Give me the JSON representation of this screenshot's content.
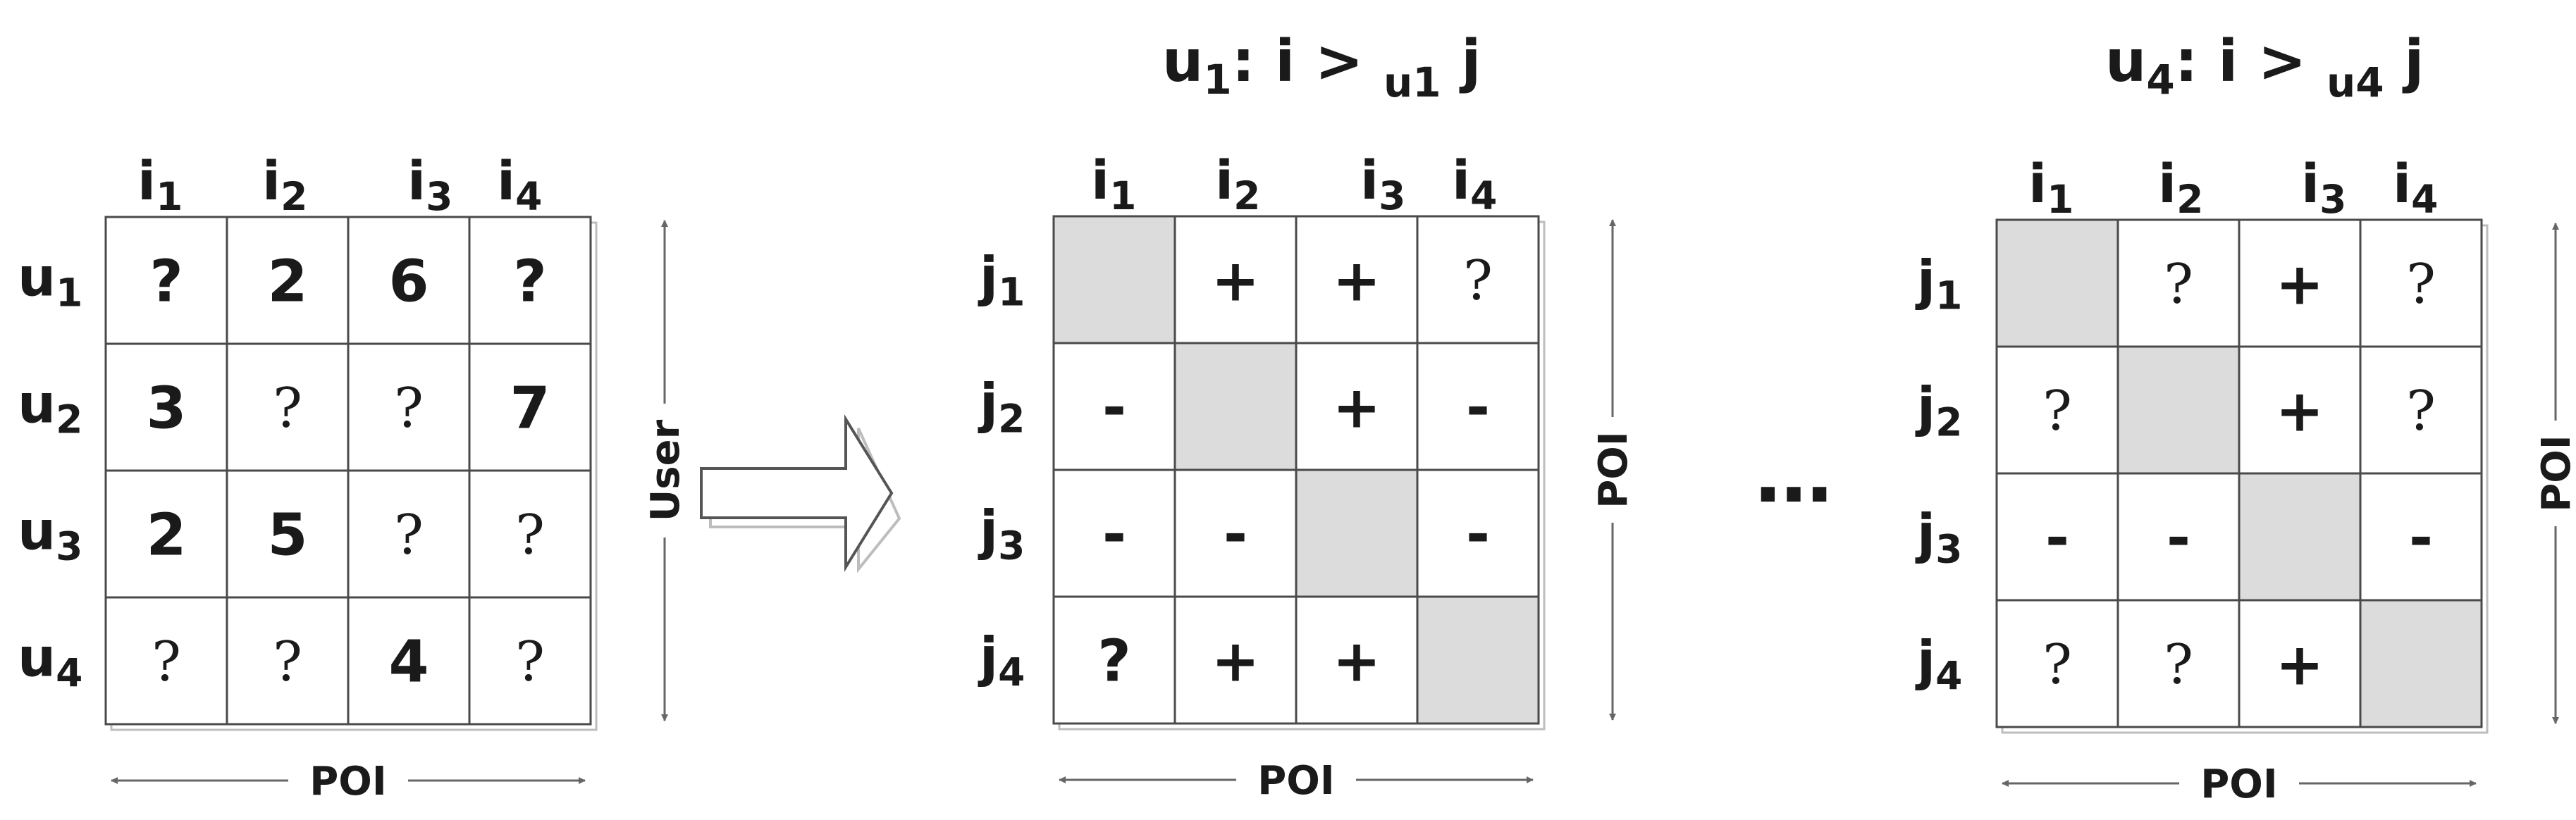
{
  "colors": {
    "grid": "#4a4a4a",
    "shade": "#dcdcdc",
    "arrow": "#666666",
    "shadow": "#bdbdbd"
  },
  "rating_matrix": {
    "col_headers": [
      {
        "b": "i",
        "s": "1"
      },
      {
        "b": "i",
        "s": "2"
      },
      {
        "b": "i",
        "s": "3"
      },
      {
        "b": "i",
        "s": "4"
      }
    ],
    "row_headers": [
      {
        "b": "u",
        "s": "1"
      },
      {
        "b": "u",
        "s": "2"
      },
      {
        "b": "u",
        "s": "3"
      },
      {
        "b": "u",
        "s": "4"
      }
    ],
    "cells": [
      [
        "?",
        "2",
        "6",
        "?"
      ],
      [
        "3",
        "?",
        "?",
        "7"
      ],
      [
        "2",
        "5",
        "?",
        "?"
      ],
      [
        "?",
        "?",
        "4",
        "?"
      ]
    ],
    "bold_question": [
      [
        true,
        false,
        false,
        true
      ],
      [
        false,
        false,
        false,
        false
      ],
      [
        false,
        false,
        false,
        false
      ],
      [
        false,
        false,
        false,
        false
      ]
    ],
    "x_axis_label": "POI",
    "y_axis_label": "User"
  },
  "pref_matrices": [
    {
      "title": {
        "main": "u",
        "main_sub": "1",
        "mid": ": i > ",
        "sub": "u1",
        "end": " j"
      },
      "col_headers": [
        {
          "b": "i",
          "s": "1"
        },
        {
          "b": "i",
          "s": "2"
        },
        {
          "b": "i",
          "s": "3"
        },
        {
          "b": "i",
          "s": "4"
        }
      ],
      "row_headers": [
        {
          "b": "j",
          "s": "1"
        },
        {
          "b": "j",
          "s": "2"
        },
        {
          "b": "j",
          "s": "3"
        },
        {
          "b": "j",
          "s": "4"
        }
      ],
      "cells": [
        [
          "",
          "+",
          "+",
          "?"
        ],
        [
          "-",
          "",
          "+",
          "-"
        ],
        [
          "-",
          "-",
          "",
          "-"
        ],
        [
          "?",
          "+",
          "+",
          ""
        ]
      ],
      "bold_question": [
        [
          false,
          false,
          false,
          false
        ],
        [
          false,
          false,
          false,
          false
        ],
        [
          false,
          false,
          false,
          false
        ],
        [
          true,
          false,
          false,
          false
        ]
      ],
      "x_axis_label": "POI",
      "y_axis_label": "POI"
    },
    {
      "title": {
        "main": "u",
        "main_sub": "4",
        "mid": ": i > ",
        "sub": "u4",
        "end": " j"
      },
      "col_headers": [
        {
          "b": "i",
          "s": "1"
        },
        {
          "b": "i",
          "s": "2"
        },
        {
          "b": "i",
          "s": "3"
        },
        {
          "b": "i",
          "s": "4"
        }
      ],
      "row_headers": [
        {
          "b": "j",
          "s": "1"
        },
        {
          "b": "j",
          "s": "2"
        },
        {
          "b": "j",
          "s": "3"
        },
        {
          "b": "j",
          "s": "4"
        }
      ],
      "cells": [
        [
          "",
          "?",
          "+",
          "?"
        ],
        [
          "?",
          "",
          "+",
          "?"
        ],
        [
          "-",
          "-",
          "",
          "-"
        ],
        [
          "?",
          "?",
          "+",
          ""
        ]
      ],
      "bold_question": [
        [
          false,
          false,
          false,
          false
        ],
        [
          false,
          false,
          false,
          false
        ],
        [
          false,
          false,
          false,
          false
        ],
        [
          false,
          false,
          false,
          false
        ]
      ],
      "x_axis_label": "POI",
      "y_axis_label": "POI"
    }
  ],
  "ellipsis": "…"
}
